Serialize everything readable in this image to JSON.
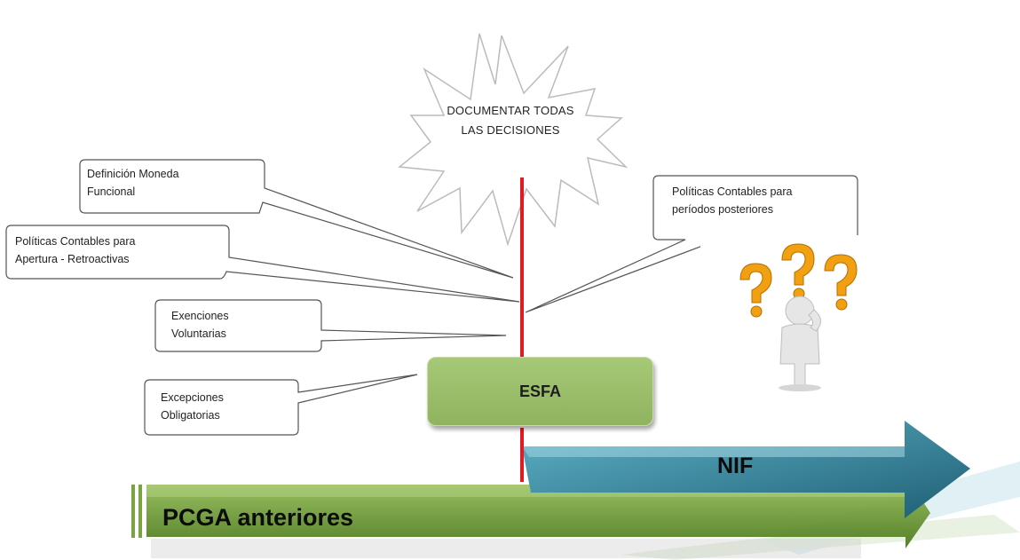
{
  "star": {
    "line1": "DOCUMENTAR TODAS",
    "line2": "LAS DECISIONES"
  },
  "callouts": {
    "moneda": {
      "line1": "Definición Moneda",
      "line2": "Funcional"
    },
    "apertura": {
      "line1": "Políticas Contables para",
      "line2": "Apertura - Retroactivas"
    },
    "exenciones": {
      "line1": "Exenciones",
      "line2": "Voluntarias"
    },
    "excepciones": {
      "line1": "Excepciones",
      "line2": "Obligatorias"
    },
    "posteriores": {
      "line1": "Políticas Contables para",
      "line2": "períodos posteriores"
    }
  },
  "esfa": "ESFA",
  "nif": "NIF",
  "pcga": "PCGA anteriores",
  "colors": {
    "timeline": "#e11b22",
    "esfa": "#9bbd6b",
    "nif_arrow": "#2f7f97",
    "pcga_arrow": "#6e9a38",
    "question_marks": "#f0a010"
  }
}
